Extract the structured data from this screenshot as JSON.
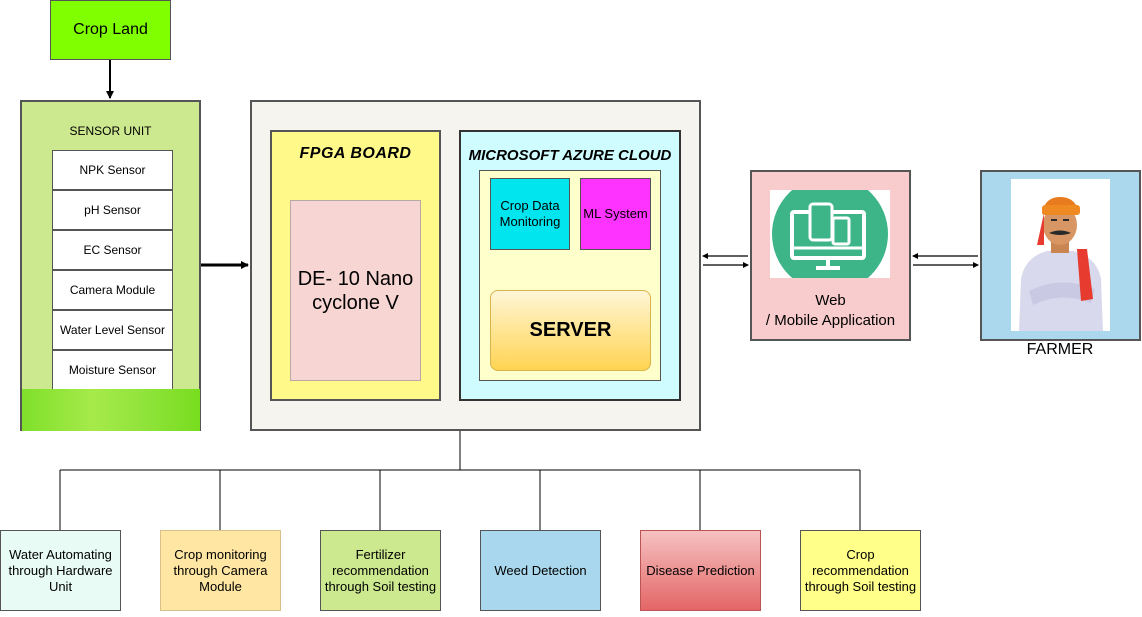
{
  "crop_land": "Crop Land",
  "sensor_unit": {
    "title": "SENSOR UNIT",
    "items": [
      "NPK Sensor",
      "pH Sensor",
      "EC Sensor",
      "Camera Module",
      "Water Level Sensor",
      "Moisture Sensor"
    ]
  },
  "fpga": {
    "title": "FPGA  BOARD",
    "module": "DE- 10 Nano cyclone V"
  },
  "azure": {
    "title": "MICROSOFT AZURE CLOUD",
    "crop_data_monitoring": "Crop Data Monitoring",
    "ml_system": "ML System",
    "server": "SERVER"
  },
  "web_app": {
    "label_line1": "Web",
    "label_line2": "/ Mobile Application",
    "icon": "devices-icon"
  },
  "farmer": {
    "label": "FARMER",
    "icon": "farmer-illustration"
  },
  "outputs": [
    "Water Automating through Hardware Unit",
    "Crop monitoring through Camera Module",
    "Fertilizer recommendation through Soil testing",
    "Weed Detection",
    "Disease Prediction",
    "Crop recommendation through Soil testing"
  ],
  "colors": {
    "crop_land": "#80ff00",
    "sensor_unit": "#cde98f",
    "fpga": "#fff98a",
    "azure": "#cffcff",
    "crop_data": "#00e5ee",
    "ml_system": "#ff33ff",
    "server": "#ffd452",
    "web_app": "#f8cccc",
    "farmer": "#acd8ed",
    "web_icon": "#3eb489"
  }
}
